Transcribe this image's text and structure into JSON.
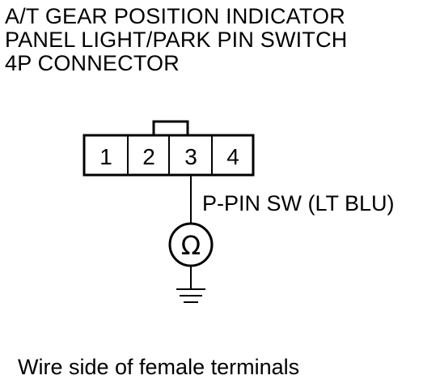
{
  "title": {
    "lines": [
      "A/T GEAR POSITION INDICATOR",
      "PANEL LIGHT/PARK PIN SWITCH",
      "4P CONNECTOR"
    ]
  },
  "connector": {
    "terminals": [
      "1",
      "2",
      "3",
      "4"
    ]
  },
  "wire": {
    "label": "P-PIN SW (LT BLU)"
  },
  "meter": {
    "symbol": "Ω",
    "icon": "ohmmeter-icon"
  },
  "ground": {
    "icon": "ground-icon"
  },
  "caption": "Wire side of female terminals"
}
